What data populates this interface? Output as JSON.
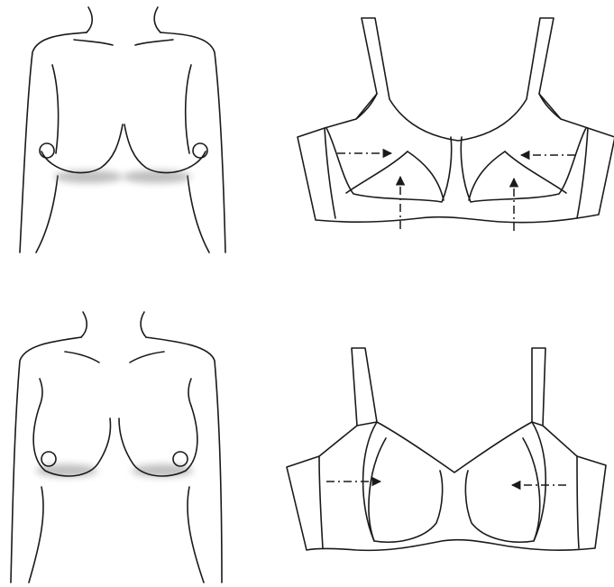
{
  "figure": {
    "panels": [
      {
        "figure": "torso-wide-set",
        "garment": "bra-side-support"
      },
      {
        "figure": "torso-pendulous",
        "garment": "bra-full-cup"
      }
    ],
    "colors": {
      "line": "#1a1a1a",
      "shadow": "#888888",
      "background": "#ffffff"
    },
    "arrow_style": "dash-dot"
  }
}
